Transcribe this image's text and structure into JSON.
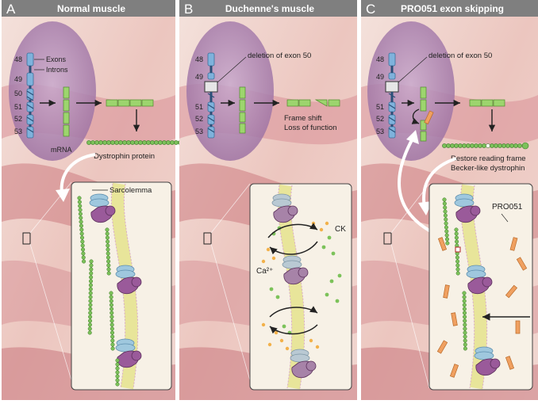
{
  "panels": [
    {
      "letter": "A",
      "title": "Normal muscle",
      "exon_numbers": [
        "48",
        "49",
        "50",
        "51",
        "52",
        "53"
      ],
      "labels": {
        "exons": "Exons",
        "introns": "Introns",
        "mrna": "mRNA",
        "protein": "Dystrophin protein",
        "sarcolemma": "Sarcolemma"
      }
    },
    {
      "letter": "B",
      "title": "Duchenne's muscle",
      "exon_numbers": [
        "48",
        "49",
        "51",
        "52",
        "53"
      ],
      "labels": {
        "deletion": "deletion of exon 50",
        "outcome_line1": "Frame shift",
        "outcome_line2": "Loss of function",
        "ck": "CK",
        "ca": "Ca²⁺"
      }
    },
    {
      "letter": "C",
      "title": "PRO051 exon skipping",
      "exon_numbers": [
        "48",
        "49",
        "51",
        "52",
        "53"
      ],
      "labels": {
        "deletion": "deletion of exon 50",
        "outcome_line1": "Restore reading frame",
        "outcome_line2": "Becker-like dystrophin",
        "drug": "PRO051"
      }
    }
  ],
  "colors": {
    "header": "#7f7f7f",
    "muscle_light": "#f3dcd6",
    "muscle_band": "#c9737a",
    "nucleus": "#a57aa8",
    "exon": "#7fb2dc",
    "mrna": "#9dd56e",
    "protein": "#7cc15a",
    "inset_bg": "#f7f1e6",
    "membrane": "#e8e59a",
    "dystroglycan": "#9a5a9a",
    "sarcoglycan": "#9fc8de",
    "ck_dot": "#7cc25a",
    "ca_dot": "#f2b14a",
    "oligo": "#f0a060",
    "arrow_white": "#ffffff"
  }
}
